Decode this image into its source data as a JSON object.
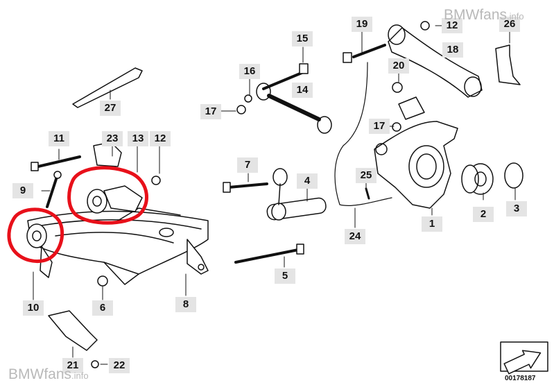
{
  "watermark": {
    "brand": "BMWfans",
    "suffix": ".info"
  },
  "diagram_number": "00178187",
  "callouts": {
    "c1": "1",
    "c2": "2",
    "c3": "3",
    "c4": "4",
    "c5": "5",
    "c6": "6",
    "c7": "7",
    "c8": "8",
    "c9": "9",
    "c10": "10",
    "c11": "11",
    "c12a": "12",
    "c12b": "12",
    "c13": "13",
    "c14": "14",
    "c15": "15",
    "c16": "16",
    "c17a": "17",
    "c17b": "17",
    "c18": "18",
    "c19": "19",
    "c20": "20",
    "c21": "21",
    "c22": "22",
    "c23": "23",
    "c24": "24",
    "c25": "25",
    "c26": "26",
    "c27": "27"
  },
  "colors": {
    "highlight": "#e8101a",
    "label_bg": "#e4e4e4",
    "line": "#111111"
  }
}
